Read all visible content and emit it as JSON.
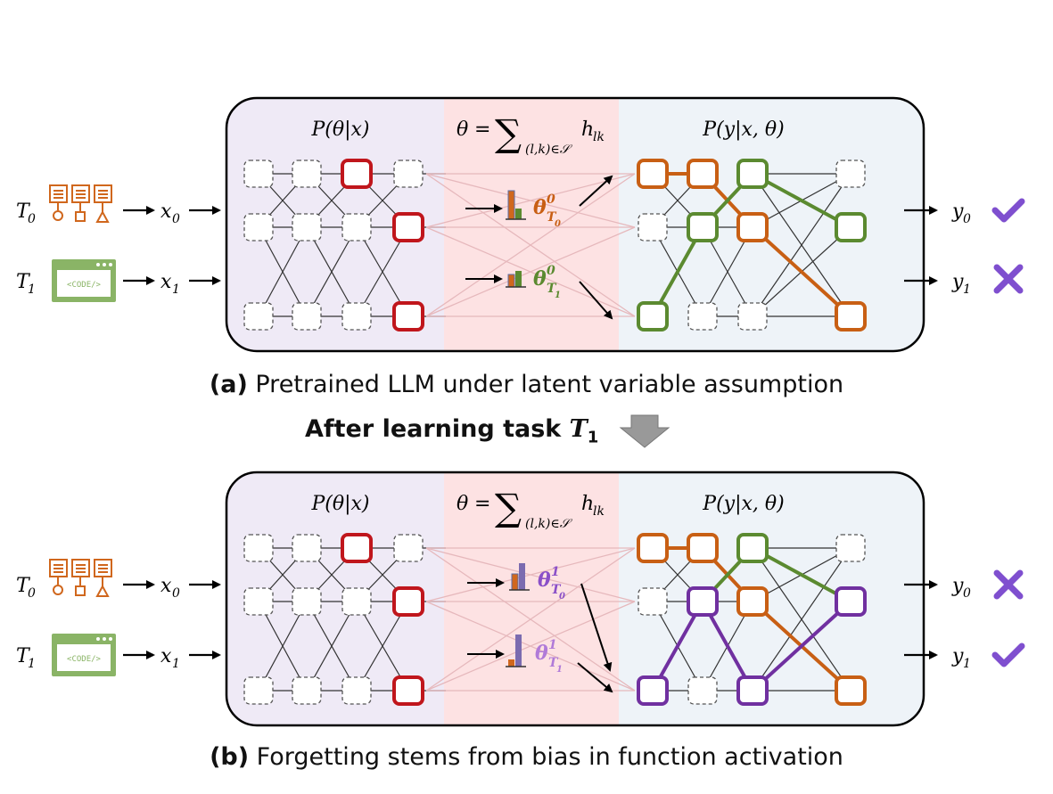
{
  "colors": {
    "left_region": "#efeaf6",
    "middle_region": "#fde2e3",
    "right_region": "#eef3f8",
    "red": "#c0161c",
    "orange": "#c85f14",
    "green": "#5b8a30",
    "purple": "#7030a0",
    "icon_orange": "#d0671d",
    "icon_green": "#8ab466",
    "check_purple": "#7f4fcf"
  },
  "labels": {
    "p_theta_x": "P(θ|x)",
    "theta": "θ",
    "sum_eq": "=",
    "sum_symbol": "∑",
    "sum_sub": "(l,k)∈𝒮",
    "h": "h",
    "h_sub": "lk",
    "p_y_x_theta": "P(y|x, θ)",
    "T0": "T",
    "T0_sub": "0",
    "T1": "T",
    "T1_sub": "1",
    "x0": "x",
    "x0_sub": "0",
    "x1": "x",
    "x1_sub": "1",
    "y0": "y",
    "y0_sub": "0",
    "y1": "y",
    "y1_sub": "1",
    "code_icon_text": "<CODE/>"
  },
  "panel_a": {
    "theta_top": "θ",
    "theta_top_sup": "0",
    "theta_top_sub": "T",
    "theta_top_subsub": "0",
    "theta_bottom": "θ",
    "theta_bottom_sup": "0",
    "theta_bottom_sub": "T",
    "theta_bottom_subsub": "1",
    "y0_result": "check-icon",
    "y1_result": "cross-icon"
  },
  "panel_b": {
    "theta_top": "θ",
    "theta_top_sup": "1",
    "theta_top_sub": "T",
    "theta_top_subsub": "0",
    "theta_bottom": "θ",
    "theta_bottom_sup": "1",
    "theta_bottom_sub": "T",
    "theta_bottom_subsub": "1",
    "y0_result": "cross-icon",
    "y1_result": "check-icon"
  },
  "captions": {
    "a_prefix": "(a)",
    "a_text": " Pretrained LLM under latent variable assumption",
    "b_prefix": "(b)",
    "b_text": " Forgetting stems from bias in function activation",
    "after_text": "After learning task ",
    "after_T": "T",
    "after_sub": "1"
  }
}
